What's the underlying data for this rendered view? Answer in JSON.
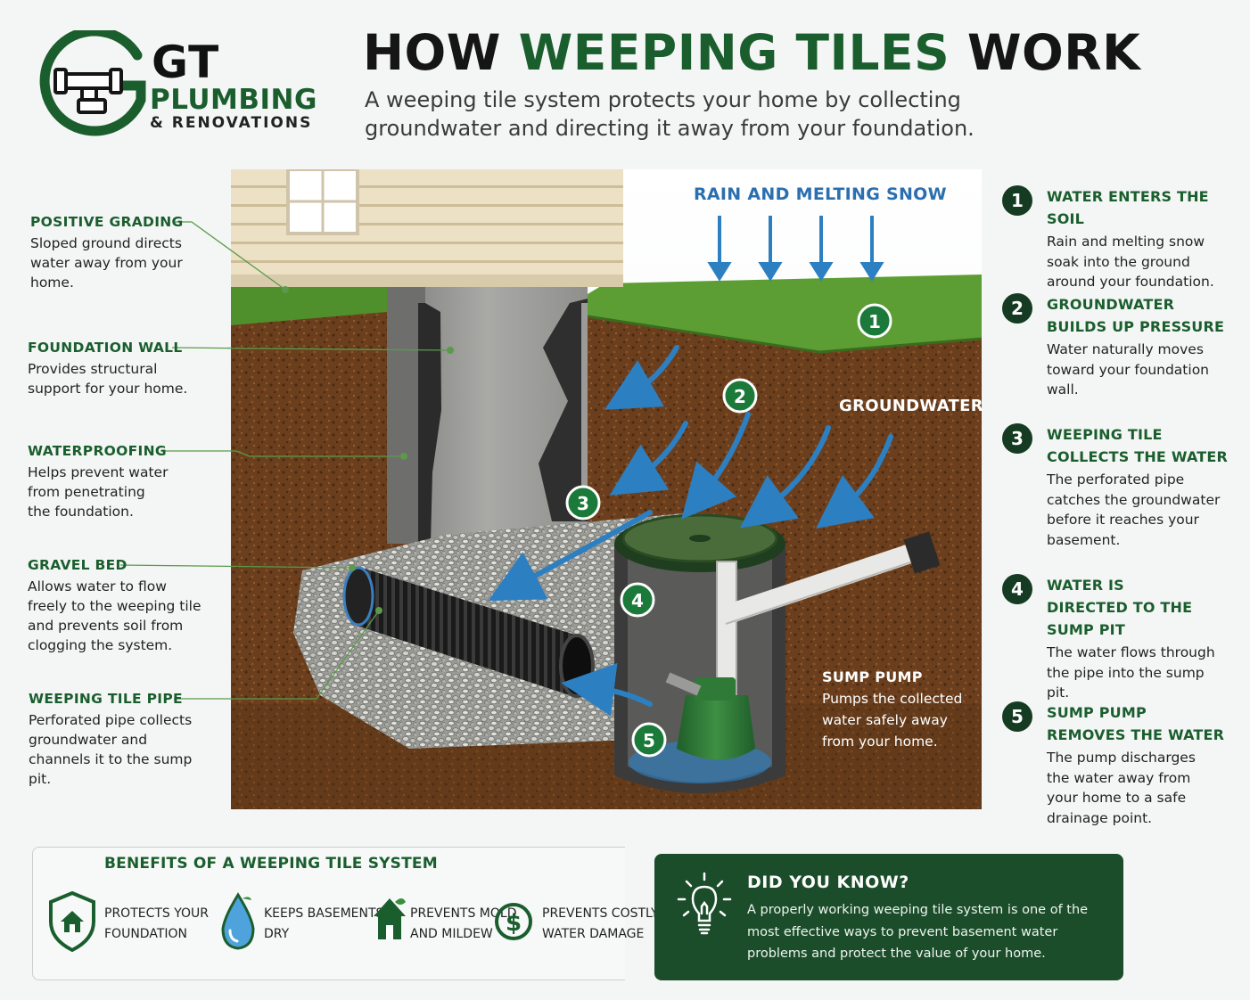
{
  "brand": {
    "name": "GT",
    "line1": "PLUMBING",
    "line2": "& RENOVATIONS"
  },
  "header": {
    "title_part1": "HOW ",
    "title_part2": "WEEPING TILES",
    "title_part3": " WORK",
    "subtitle": "A weeping tile system protects your home by collecting groundwater and directing it away from your foundation."
  },
  "colors": {
    "brand_green": "#1b5e2e",
    "dark_green": "#1b4d2a",
    "water_blue": "#2a6fb0",
    "soil_brown": "#5a3418"
  },
  "scene": {
    "rain_label": "RAIN AND MELTING SNOW",
    "groundwater_label": "GROUNDWATER",
    "sump_title": "SUMP PUMP",
    "sump_text": "Pumps the collected water safely away from your home.",
    "markers": [
      "1",
      "2",
      "3",
      "4",
      "5"
    ]
  },
  "left_labels": [
    {
      "title": "POSITIVE GRADING",
      "text": "Sloped ground directs water away from your home."
    },
    {
      "title": "FOUNDATION WALL",
      "text": "Provides structural support for your home."
    },
    {
      "title": "WATERPROOFING",
      "text": "Helps prevent water from penetrating the foundation."
    },
    {
      "title": "GRAVEL BED",
      "text": "Allows water to flow freely to the weeping tile and prevents soil from clogging the system."
    },
    {
      "title": "WEEPING TILE PIPE",
      "text": "Perforated pipe collects groundwater and channels it to the sump pit."
    }
  ],
  "steps": [
    {
      "num": "1",
      "title": "WATER ENTERS THE SOIL",
      "text": "Rain and melting snow soak into the ground around your foundation."
    },
    {
      "num": "2",
      "title": "GROUNDWATER BUILDS UP PRESSURE",
      "text": "Water naturally moves toward your foundation wall."
    },
    {
      "num": "3",
      "title": "WEEPING TILE COLLECTS THE WATER",
      "text": "The perforated pipe catches the groundwater before it reaches your basement."
    },
    {
      "num": "4",
      "title": "WATER IS DIRECTED TO THE SUMP PIT",
      "text": "The water flows through the pipe into the sump pit."
    },
    {
      "num": "5",
      "title": "SUMP PUMP REMOVES THE WATER",
      "text": "The pump discharges the water away from your home to a safe drainage point."
    }
  ],
  "benefits": {
    "title": "BENEFITS OF A WEEPING TILE SYSTEM",
    "items": [
      {
        "line1": "PROTECTS YOUR",
        "line2": "FOUNDATION",
        "icon": "house-shield-icon"
      },
      {
        "line1": "KEEPS BASEMENTS",
        "line2": "DRY",
        "icon": "water-drop-icon"
      },
      {
        "line1": "PREVENTS MOLD",
        "line2": "AND MILDEW",
        "icon": "house-leaf-icon"
      },
      {
        "line1": "PREVENTS COSTLY",
        "line2": "WATER DAMAGE",
        "icon": "dollar-icon"
      }
    ]
  },
  "did_you_know": {
    "title": "DID YOU KNOW?",
    "text": "A properly working weeping tile system is one of the most effective ways to prevent basement water problems and protect the value of your home."
  }
}
